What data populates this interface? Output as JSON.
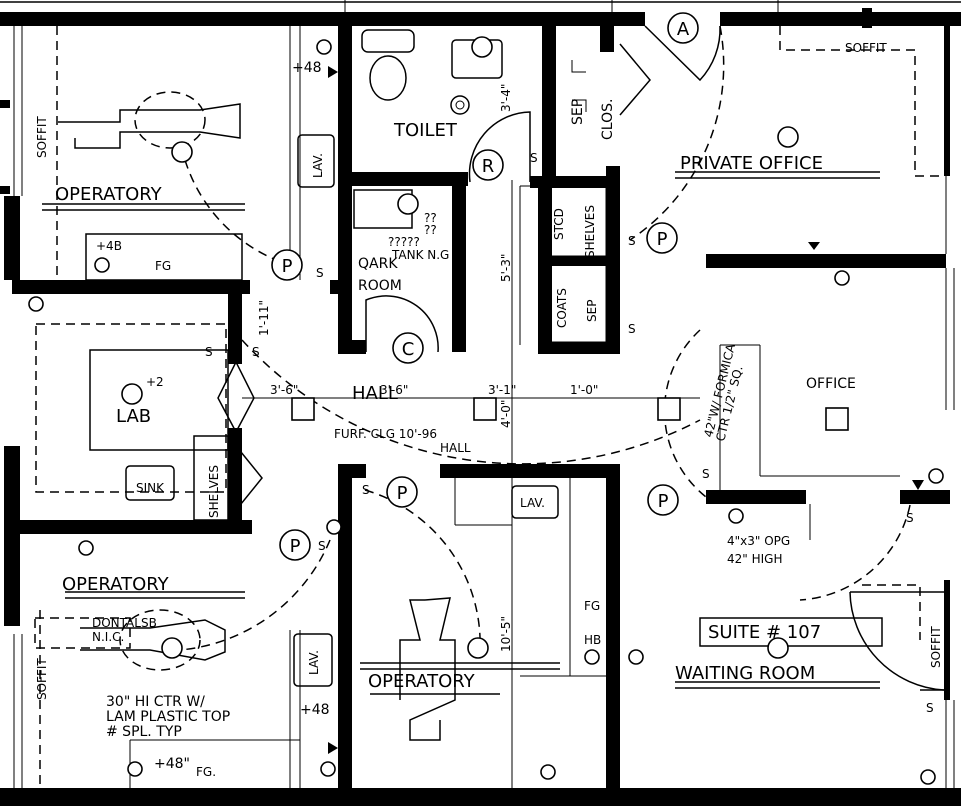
{
  "rooms": {
    "operatory_top": "OPERATORY",
    "toilet": "TOILET",
    "private_office": "PRIVATE OFFICE",
    "dark_room": "QARK",
    "dark_room_2": "ROOM",
    "lab": "LAB",
    "hall": "HALL",
    "hall_2": "HALL",
    "operatory_left": "OPERATORY",
    "operatory_center": "OPERATORY",
    "office": "OFFICE",
    "waiting_room": "WAITING ROOM",
    "suite": "SUITE # 107"
  },
  "labels": {
    "soffit_tl": "SOFFIT",
    "soffit_tr": "SOFFIT",
    "soffit_bl": "SOFFIT",
    "soffit_br": "SOFFIT",
    "lav_top": "LAV.",
    "lav_center": "LAV.",
    "lav_left": "LAV.",
    "sep": "SEP",
    "clos": "CLOS.",
    "stcd": "STCD",
    "shelves_closet": "SHELVES",
    "coats": "COATS",
    "sep2": "SEP",
    "sink": "SINK",
    "shelves_lab": "SHELVES",
    "tank": "TANK N.G",
    "tank_q": "?????",
    "q1": "??",
    "q2": "??",
    "furr": "FURF. CLG 10'-96",
    "formica": "42\"W/ FORMICA",
    "ctr": "CTR 1/2\" SQ.",
    "opg": "4\"x3\" OPG",
    "high": "42\" HIGH",
    "dontalsb": "DONTALSB",
    "nic": "N.I.C.",
    "hi_ctr": "30\" HI CTR W/",
    "lam": "LAM PLASTIC TOP",
    "spl": "# SPL. TYP",
    "fg1": "FG",
    "fg2": "FG",
    "fg3": "FG.",
    "hb": "HB",
    "p48a": "+48",
    "p48b": "+48",
    "p48c": "+48\"",
    "p4b": "+4B",
    "p2": "+2"
  },
  "tags": {
    "a": "A",
    "r": "R",
    "c": "C",
    "p": "P"
  },
  "dimensions": {
    "d1": "3'-6\"",
    "d2": "3'-6\"",
    "d3": "3'-1\"",
    "d4": "1'-0\"",
    "d5": "1'-11\"",
    "d6": "5'-3\"",
    "d7": "3'-4\"",
    "d8": "4'-0\"",
    "d9": "10'-5\""
  },
  "switch": "S"
}
